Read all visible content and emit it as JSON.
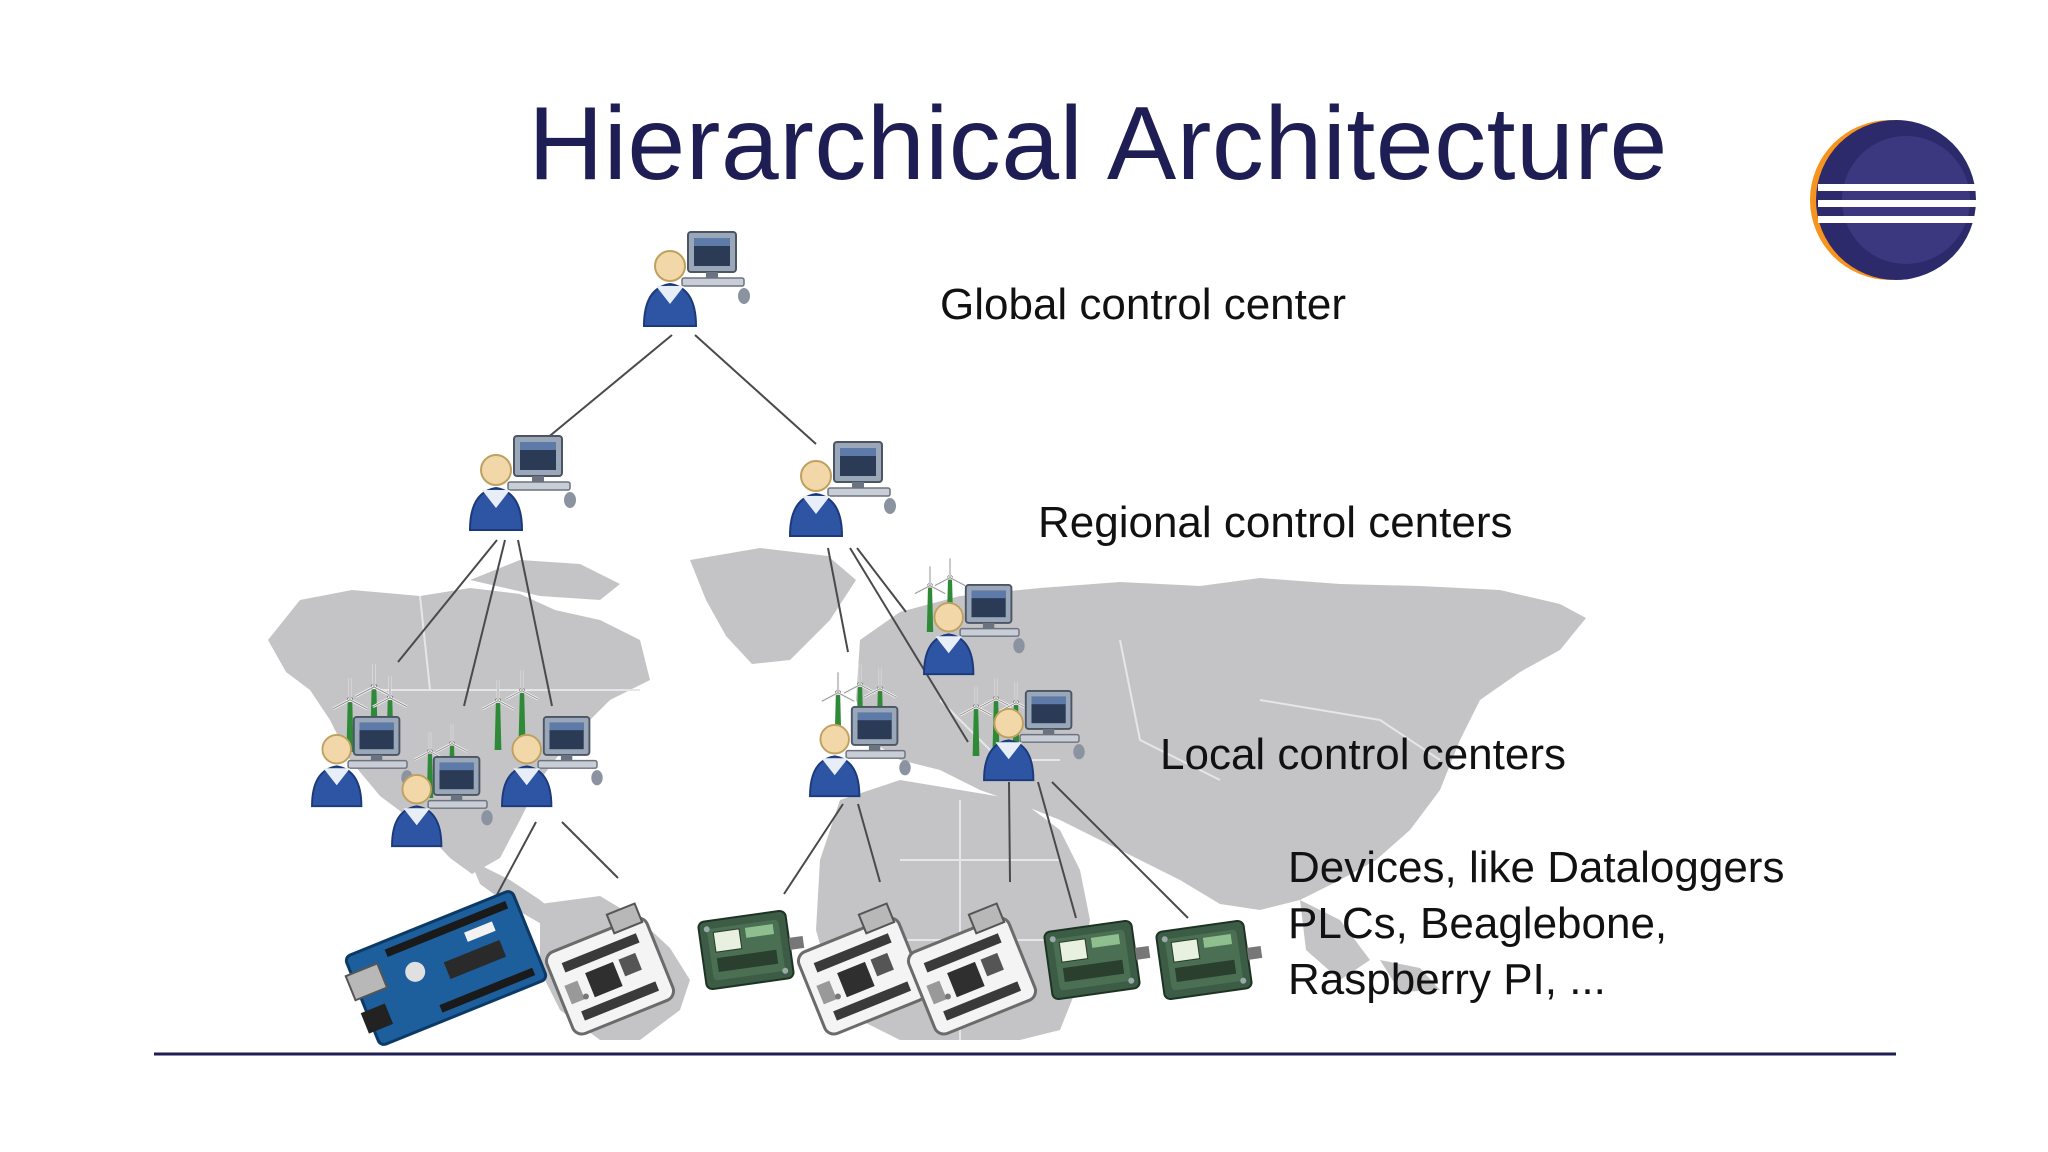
{
  "slide": {
    "title": "Hierarchical Architecture",
    "labels": {
      "global": "Global control center",
      "regional": "Regional control centers",
      "local": "Local control centers",
      "devices": [
        "Devices, like Dataloggers",
        "PLCs, Beaglebone,",
        "Raspberry PI, ..."
      ]
    }
  },
  "colors": {
    "title": "#1e1e55",
    "map": "#c4c4c6",
    "operator_body": "#2d55a4",
    "turbine_tower": "#2f8a38",
    "divider": "#1e1e55",
    "logo_dark": "#2c2a6b",
    "logo_orange": "#f7941e"
  },
  "icons": {
    "operator": "operator-workstation-icon",
    "turbine": "wind-turbine-icon",
    "arduino": "arduino-board-icon",
    "beaglebone": "beaglebone-board-icon",
    "datalogger": "datalogger-box-icon",
    "logo": "eclipse-logo"
  }
}
